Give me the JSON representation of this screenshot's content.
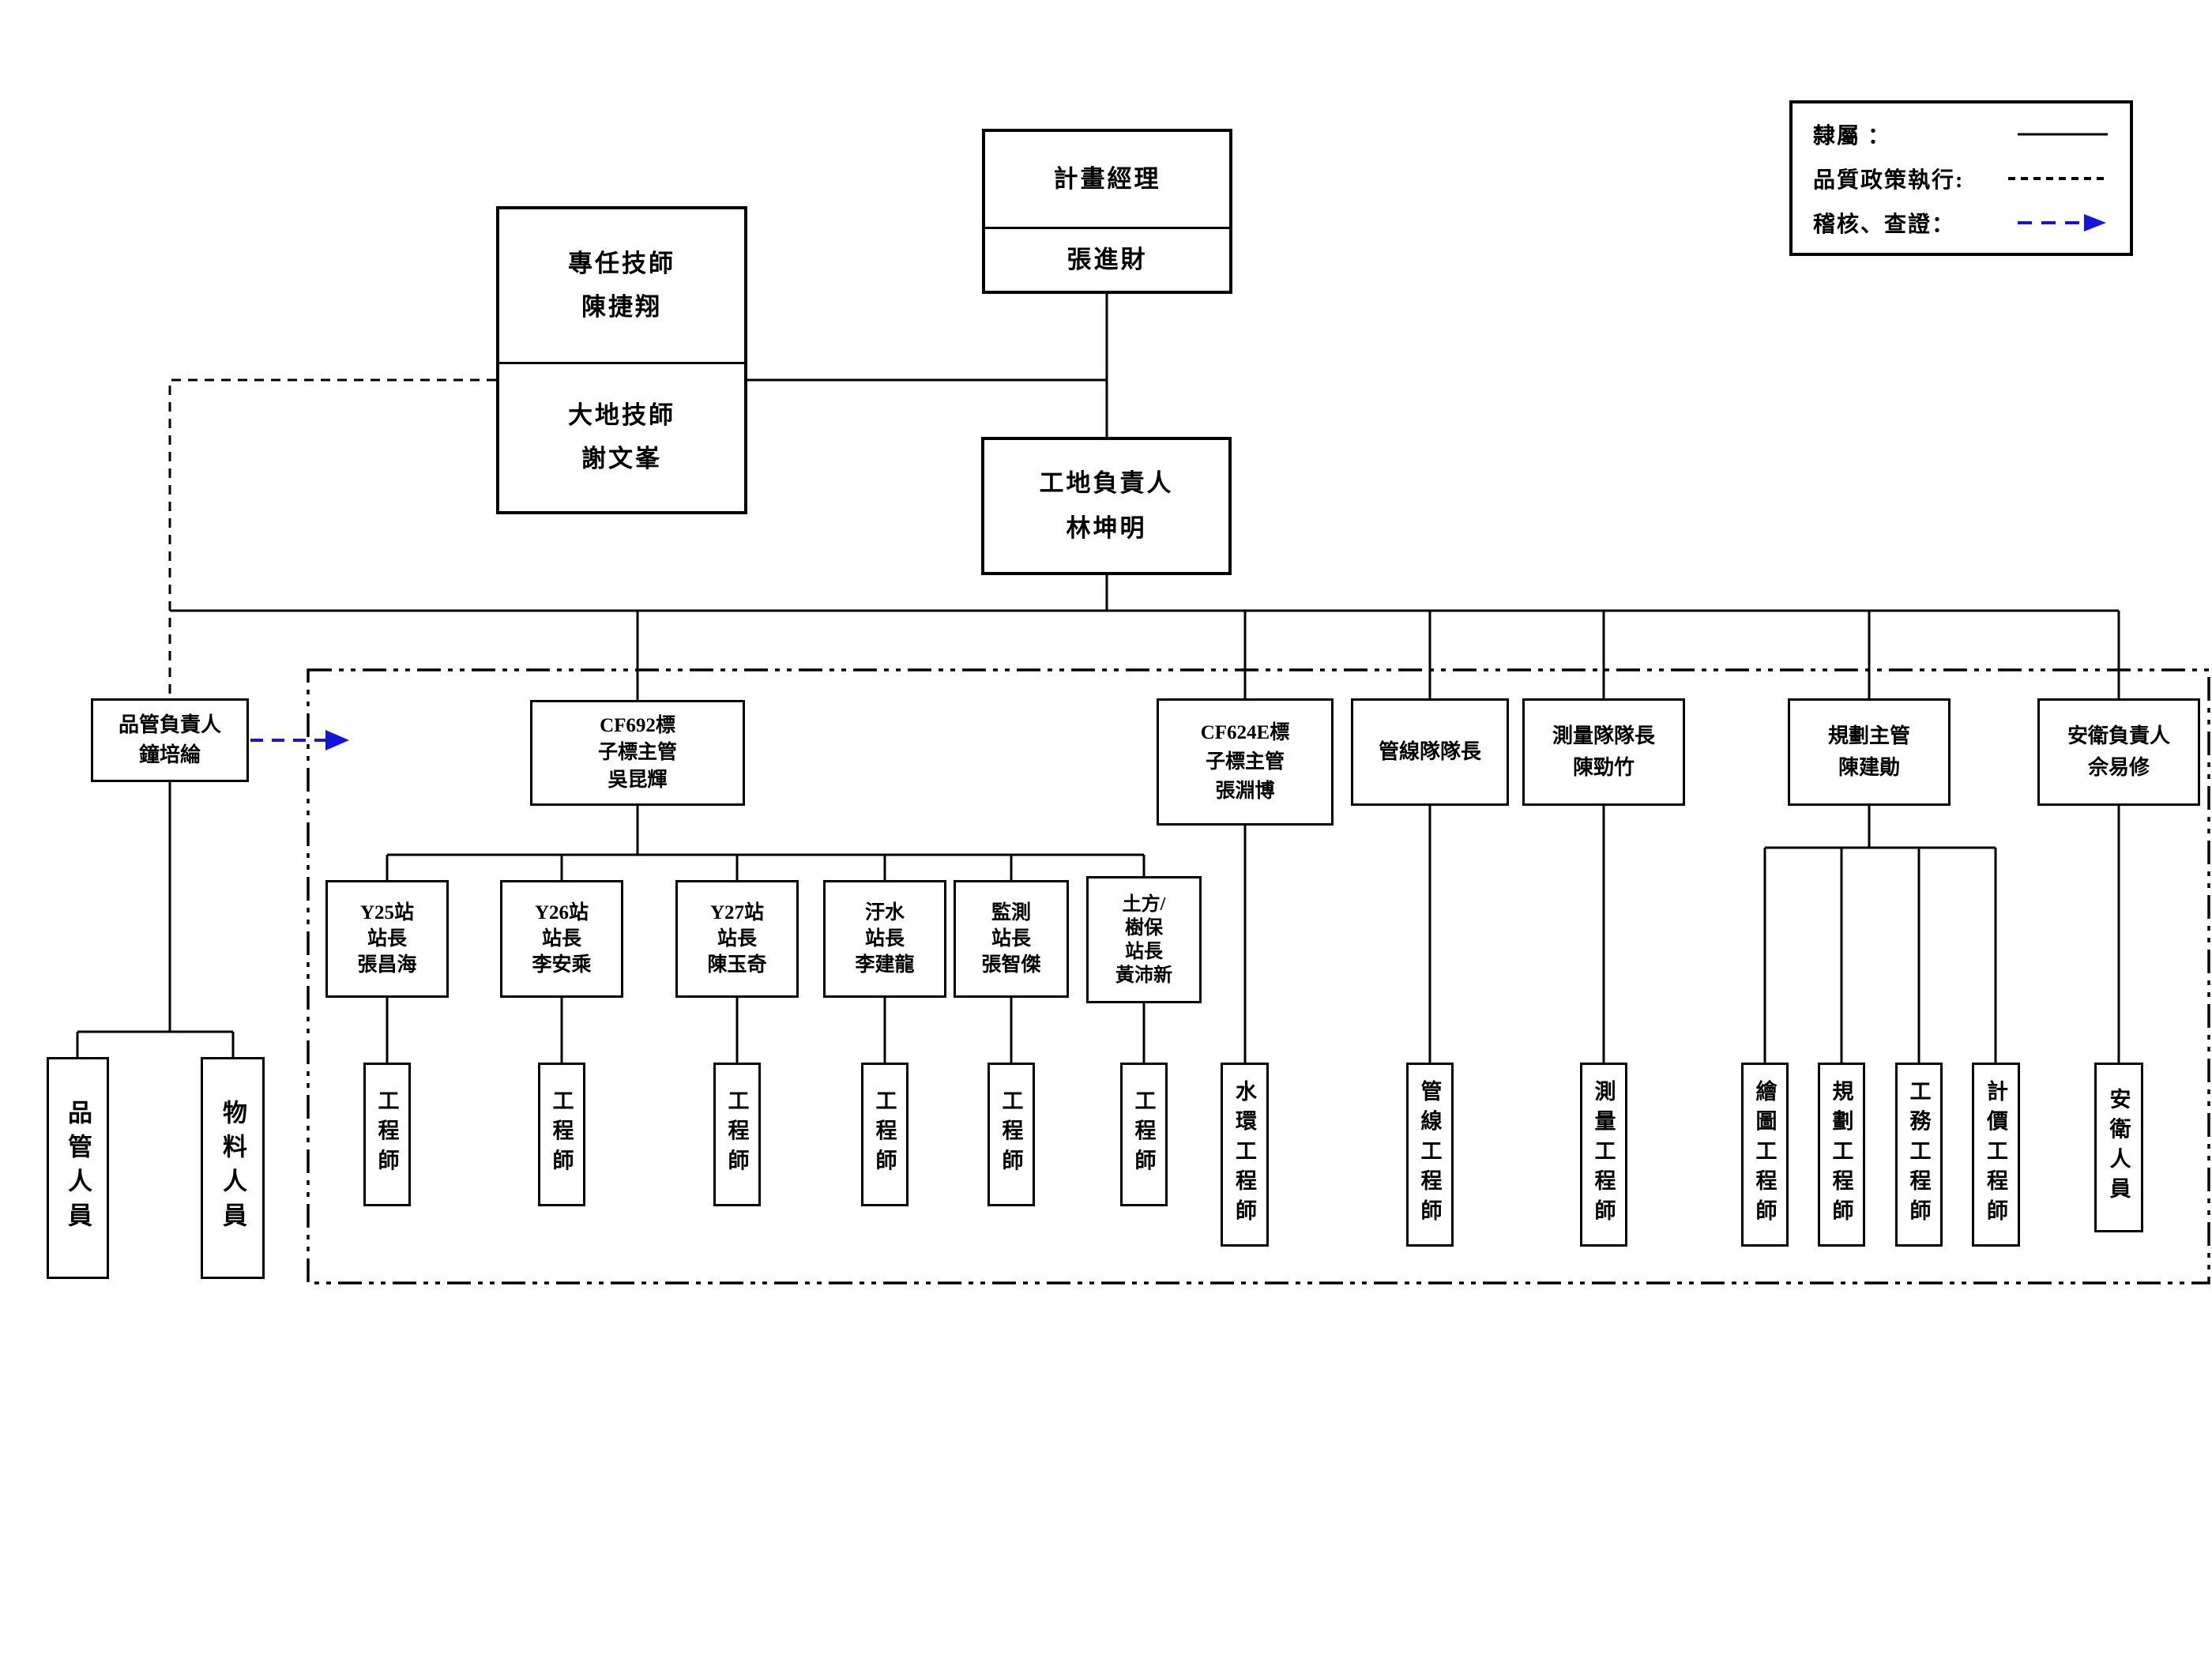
{
  "colors": {
    "line": "#000000",
    "audit": "#1414dd"
  },
  "legend": {
    "affiliation_label": "隸屬 ：",
    "quality_policy_label": "品質政策執行:",
    "audit_label": "稽核、查證："
  },
  "top": {
    "project_manager": {
      "title": "計畫經理",
      "name": "張進財"
    },
    "resident_engineer": {
      "title": "專任技師",
      "name": "陳捷翔"
    },
    "geotech_engineer": {
      "title": "大地技師",
      "name": "謝文峯"
    },
    "site_manager": {
      "title": "工地負責人",
      "name": "林坤明"
    }
  },
  "qc": {
    "manager_title": "品管負責人",
    "manager_name": "鐘培綸",
    "staff_label": "品管人員",
    "material_label": "物料人員"
  },
  "sections": {
    "cf692": {
      "line1": "CF692標",
      "line2": "子標主管",
      "line3": "吳昆輝"
    },
    "cf624e": {
      "line1": "CF624E標",
      "line2": "子標主管",
      "line3": "張淵博"
    },
    "pipeline_leader": {
      "title": "管線隊隊長"
    },
    "survey_leader": {
      "title": "測量隊隊長",
      "name": "陳勁竹"
    },
    "planning_manager": {
      "title": "規劃主管",
      "name": "陳建勛"
    },
    "safety_manager": {
      "title": "安衛負責人",
      "name": "佘易修"
    }
  },
  "stations": [
    {
      "lines": [
        "Y25站",
        "站長",
        "張昌海"
      ]
    },
    {
      "lines": [
        "Y26站",
        "站長",
        "李安乘"
      ]
    },
    {
      "lines": [
        "Y27站",
        "站長",
        "陳玉奇"
      ]
    },
    {
      "lines": [
        "汙水",
        "站長",
        "李建龍"
      ]
    },
    {
      "lines": [
        "監測",
        "站長",
        "張智傑"
      ]
    },
    {
      "lines": [
        "土方/",
        "樹保",
        "站長",
        "黃沛新"
      ]
    }
  ],
  "roles": {
    "engineer": "工程師",
    "water_env_engineer": "水環工程師",
    "pipeline_engineer": "管線工程師",
    "survey_engineer": "測量工程師",
    "drafting_engineer": "繪圖工程師",
    "planning_engineer": "規劃工程師",
    "works_engineer": "工務工程師",
    "valuation_engineer": "計價工程師",
    "safety_staff": "安衛人員"
  }
}
